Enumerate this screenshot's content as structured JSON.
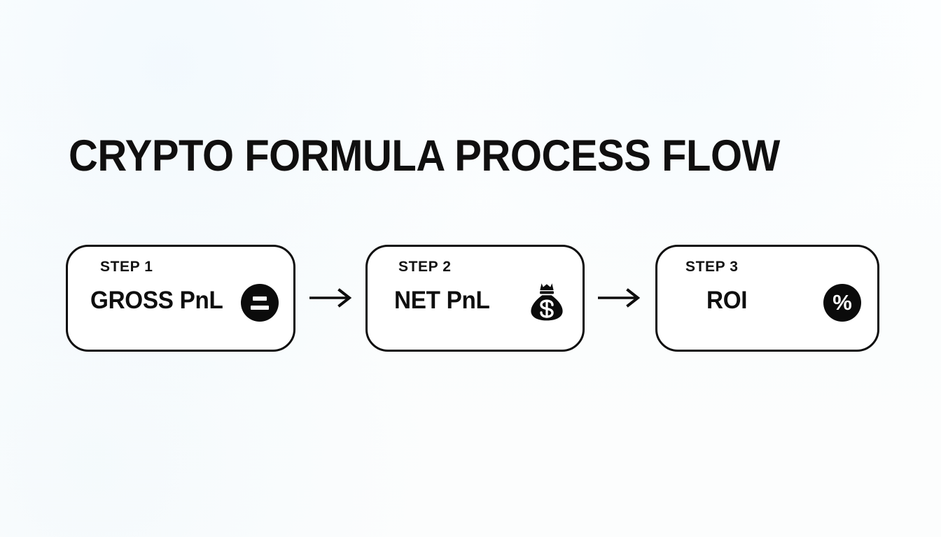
{
  "page": {
    "title": "CRYPTO FORMULA PROCESS FLOW",
    "background_color": "#fbfdfe",
    "ink_color": "#0d0d0d"
  },
  "flow": {
    "steps": [
      {
        "step_label": "STEP 1",
        "title": "GROSS PnL",
        "icon": "equals-icon",
        "icon_style": "black-circle"
      },
      {
        "step_label": "STEP 2",
        "title": "NET PnL",
        "icon": "money-bag-icon",
        "icon_style": "solid-glyph"
      },
      {
        "step_label": "STEP 3",
        "title": "ROI",
        "icon": "percent-icon",
        "icon_glyph": "%",
        "icon_style": "black-circle"
      }
    ],
    "connectors": [
      {
        "name": "arrow-step1-to-step2",
        "direction": "right"
      },
      {
        "name": "arrow-step2-to-step3",
        "direction": "right"
      }
    ]
  }
}
